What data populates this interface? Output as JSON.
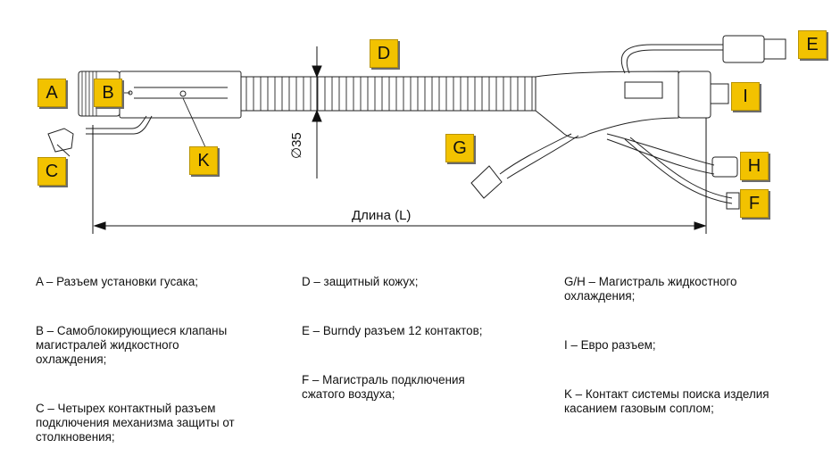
{
  "labels": {
    "A": "A",
    "B": "B",
    "C": "C",
    "D": "D",
    "E": "E",
    "F": "F",
    "G": "G",
    "H": "H",
    "I": "I",
    "K": "K"
  },
  "dimensions": {
    "length": "Длина (L)",
    "diameter": "∅35"
  },
  "legend": {
    "col1": [
      "A – Разъем установки гусака;",
      "B – Самоблокирующиеся клапаны\nмагистралей жидкостного\nохлаждения;",
      "C – Четырех контактный разъем\nподключения механизма защиты от\nстолкновения;"
    ],
    "col2": [
      "D – защитный кожух;",
      "E – Burndy разъем 12 контактов;",
      "F – Магистраль подключения\nсжатого воздуха;"
    ],
    "col3": [
      "G/H – Магистраль жидкостного\nохлаждения;",
      "I – Евро разъем;",
      "K – Контакт системы поиска изделия\nкасанием газовым соплом;"
    ]
  },
  "colors": {
    "label_fill": "#f2c200",
    "line": "#222222"
  }
}
